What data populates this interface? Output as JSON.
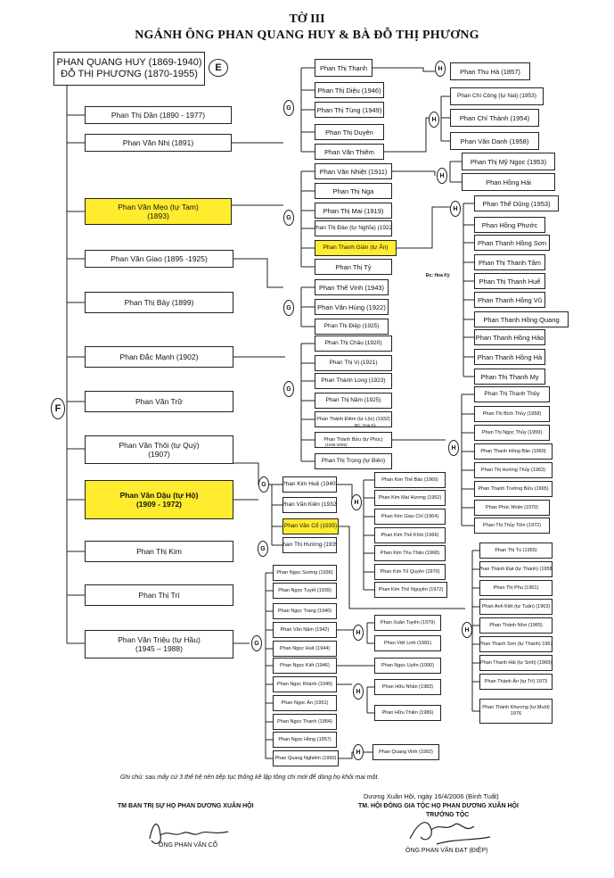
{
  "sheet_number": "TỜ III",
  "heading": "NGÁNH ÔNG PHAN QUANG HUY & BÀ ĐỖ THỊ PHƯƠNG",
  "root": {
    "line1": "PHAN QUANG HUY (1869-1940)",
    "line2": "ĐỖ THỊ PHƯƠNG (1870-1955)",
    "marker": "E"
  },
  "f_marker": "F",
  "gen_markers": {
    "g": "G",
    "h": "H"
  },
  "gen1": [
    "Phan Thị Dần (1890 - 1977)",
    "Phan Văn Nhị (1891)",
    "Phan Văn Mẹo (tự Tam)",
    "(1893)",
    "Phan Văn Giao (1895 -1925)",
    "Phan Thị Bảy (1899)",
    "Phan Đắc Mạnh (1902)",
    "Phan Văn Trữ",
    "Phan Văn Thôi (tự Quý)",
    "(1907)",
    "Phan Văn Dậu (tự Hộ)",
    "(1909 - 1972)",
    "Phan Thị Kim",
    "Phan Thị Trí",
    "Phan Văn Triệu (tự Hầu)",
    "(1945 – 1988)"
  ],
  "gen2": [
    "Phan Thị Thạnh",
    "Phan Thị Diệu (1946)",
    "Phan Thị Tùng (1949)",
    "Phan Thị Duyên",
    "Phan Văn Thiêm",
    "Phan Văn Nhiệt (1911)",
    "Phan Thị Nga",
    "Phan Thị Mai (1919)",
    "Phan Thị Đào (tự Nghĩa) (1922)",
    "Phan Thanh Giản (tự Ấn)",
    "Phan Thị Tỷ",
    "Phan Thế Vinh (1943)",
    "Phan Văn Hùng (1922)",
    "Phan Thị Điệp (1925)",
    "Phan Thị Châu (1920)",
    "Phan Thị Vị (1921)",
    "Phan Thành Long (1923)",
    "Phan Thị Năm (1925)",
    "Phan Thành Điềm (tự Lộc) (1932)",
    "Phan Thành Bửu (tự Phúc)",
    "Phan Thị Trọng (tự Biên)",
    "Phan Kim Huệ (1940)",
    "Phan Văn Kiên (1932)",
    "Phan Văn Cổ (1935)",
    "Phan Thị Hường (1939)",
    "Phan Ngọc Sương (1936)",
    "Phan Ngọc Tuyết (1939)",
    "Phan Ngọc Trang (1940)",
    "Phan Văn Năm (1942)",
    "Phan Ngọc Huê (1944)",
    "Phan Ngọc Kiết (1946)",
    "Phan Ngọc Khánh (1949)",
    "Phan Ngọc Ẩn (1951)",
    "Phan Ngọc Thanh (1954)",
    "Phan Ngọc Hồng (1957)",
    "Phan Quang Nghiêm (1960)"
  ],
  "gen3": [
    "Phan Thu Hà (1857)",
    "Phan Chí Công (tự Nai) (1953)",
    "Phan Chí Thành (1954)",
    "Phan Văn Danh (1958)",
    "Phan Thị Mỹ Ngọc (1953)",
    "Phan Hồng Hải",
    "Phan Thế Dũng (1953)",
    "Phan Hồng Phước",
    "Phan Thanh Hồng Sơn",
    "Phan Thị Thanh Tâm",
    "Phan Thị Thanh Huế",
    "Phan Thanh Hồng Vũ",
    "Phan Thanh Hồng Quang",
    "Phan Thanh Hồng Hảo",
    "Phan Thanh Hồng Hà",
    "Phan Thị Thanh My",
    "Phan Thị Thanh Thủy",
    "Phan Thị Bích Thủy (1958)",
    "Phan Thị Ngọc Thủy (1959)",
    "Phan Thanh Hồng Bảo (1960)",
    "Phan Thị Hường Thủy (1963)",
    "Phan Thanh Trường Bửu (1965)",
    "Phan Phúc Nhân (1970)",
    "Phan Thị Thủy Tiên (1972)",
    "Phan Kim Thế Bảo (1960)",
    "Phan Kim Mai Hương (1962)",
    "Phan Kim Giao Chỉ (1964)",
    "Phan Kim Thế Khôi (1966)",
    "Phan Kim Thu Thảo (1968)",
    "Phan Kim Tố Quyên (1970)",
    "Phan Kim Thế Nguyên (1972)",
    "Phan Xuân Tuyên (1979)",
    "Phan Việt Linh (1981)",
    "Phan Ngọc Uyển (1990)",
    "Phan Hữu Nhân (1983)",
    "Phan Hữu Thiện (1986)",
    "Phan Quang Vinh (1992)",
    "Phan Thị Tú (1955)",
    "Phan Thành Đạt (tự Thành) (1958)",
    "Phan Thị Phụ (1961)",
    "Phan Anh Kiệt (tự Tuấn) (1963)",
    "Phan Thành Nhơ (1965)",
    "Phan Thanh Sơn (tự Thành) 1967",
    "Phan Thanh Hải (tự Sinh) (1969)",
    "Phan Thành Ân (tự Trí) 1973",
    "Phan Thành Khương (tự Muôi) 1976"
  ],
  "subnotes": {
    "ha_ky": "Đc: Hoa Kỳ",
    "dc": "ĐC: Hoa Kỳ",
    "buu_years": "(1935-2005)"
  },
  "note": "Ghi chú: sau mấy cứ 3 thế hệ nên tiếp tục thống kê lập tông chi mới để dòng họ khỏi mai một.",
  "footer": {
    "date": "Dương Xuân Hội, ngày 16/4/2006 (Bính Tuất)",
    "left_title": "TM BAN TRỊ SỰ HỌ PHAN DƯƠNG XUÂN HỘI",
    "right_title": "TM. HỘI ĐỒNG GIA TỘC HỌ PHAN DƯƠNG XUÂN HỘI",
    "right_role": "TRƯỞNG TỘC",
    "left_name": "ÔNG PHAN VĂN CỔ",
    "right_name": "ÔNG PHAN VĂN ĐẠT (ĐIỆP)"
  }
}
